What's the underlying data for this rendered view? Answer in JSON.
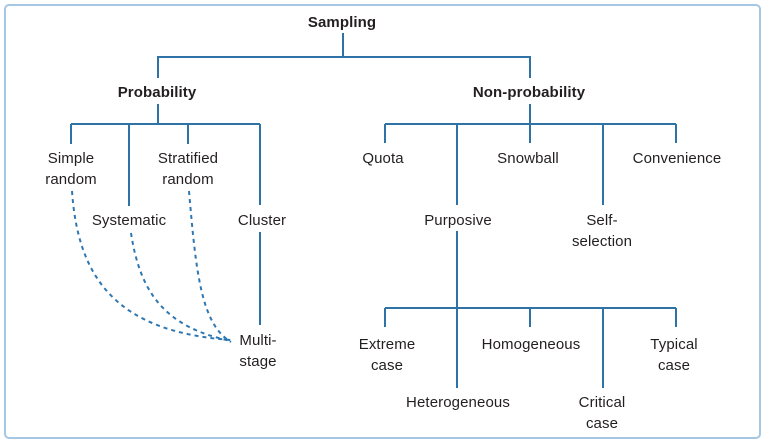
{
  "diagram_title": "Sampling",
  "colors": {
    "line_solid": "#2e72a6",
    "line_dashed": "#2f77b2",
    "frame_border": "#a6c7e3",
    "text": "#231f20",
    "background": "#ffffff"
  },
  "nodes": {
    "sampling": {
      "label": "Sampling"
    },
    "probability": {
      "label": "Probability"
    },
    "non_probability": {
      "label": "Non-probability"
    },
    "simple_random": {
      "label": "Simple\nrandom"
    },
    "systematic": {
      "label": "Systematic"
    },
    "stratified_random": {
      "label": "Stratified\nrandom"
    },
    "cluster": {
      "label": "Cluster"
    },
    "multi_stage": {
      "label": "Multi-\nstage"
    },
    "quota": {
      "label": "Quota"
    },
    "purposive": {
      "label": "Purposive"
    },
    "snowball": {
      "label": "Snowball"
    },
    "self_selection": {
      "label": "Self-\nselection"
    },
    "convenience": {
      "label": "Convenience"
    },
    "extreme_case": {
      "label": "Extreme\ncase"
    },
    "heterogeneous": {
      "label": "Heterogeneous"
    },
    "homogeneous": {
      "label": "Homogeneous"
    },
    "critical_case": {
      "label": "Critical\ncase"
    },
    "typical_case": {
      "label": "Typical\ncase"
    }
  },
  "edges": [
    {
      "from": "Sampling",
      "to": "Probability",
      "style": "solid"
    },
    {
      "from": "Sampling",
      "to": "Non-probability",
      "style": "solid"
    },
    {
      "from": "Probability",
      "to": "Simple random",
      "style": "solid"
    },
    {
      "from": "Probability",
      "to": "Systematic",
      "style": "solid"
    },
    {
      "from": "Probability",
      "to": "Stratified random",
      "style": "solid"
    },
    {
      "from": "Probability",
      "to": "Cluster",
      "style": "solid"
    },
    {
      "from": "Simple random",
      "to": "Multi-stage",
      "style": "dashed"
    },
    {
      "from": "Systematic",
      "to": "Multi-stage",
      "style": "dashed"
    },
    {
      "from": "Stratified random",
      "to": "Multi-stage",
      "style": "dashed"
    },
    {
      "from": "Cluster",
      "to": "Multi-stage",
      "style": "solid"
    },
    {
      "from": "Non-probability",
      "to": "Quota",
      "style": "solid"
    },
    {
      "from": "Non-probability",
      "to": "Purposive",
      "style": "solid"
    },
    {
      "from": "Non-probability",
      "to": "Snowball",
      "style": "solid"
    },
    {
      "from": "Non-probability",
      "to": "Self-selection",
      "style": "solid"
    },
    {
      "from": "Non-probability",
      "to": "Convenience",
      "style": "solid"
    },
    {
      "from": "Purposive",
      "to": "Extreme case",
      "style": "solid"
    },
    {
      "from": "Purposive",
      "to": "Heterogeneous",
      "style": "solid"
    },
    {
      "from": "Purposive",
      "to": "Homogeneous",
      "style": "solid"
    },
    {
      "from": "Purposive",
      "to": "Critical case",
      "style": "solid"
    },
    {
      "from": "Purposive",
      "to": "Typical case",
      "style": "solid"
    }
  ]
}
